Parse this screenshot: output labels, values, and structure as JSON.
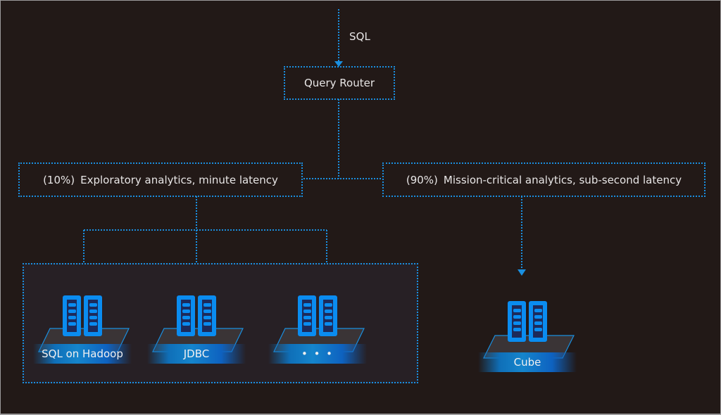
{
  "diagram": {
    "input_label": "SQL",
    "router": {
      "label": "Query Router"
    },
    "branches": [
      {
        "share": "(10%)",
        "label": "Exploratory analytics, minute latency",
        "targets": [
          "SQL on Hadoop",
          "JDBC",
          "• • •"
        ]
      },
      {
        "share": "(90%)",
        "label": "Mission-critical analytics, sub-second latency",
        "targets": [
          "Cube"
        ]
      }
    ],
    "colors": {
      "background": "#221917",
      "accent": "#1a8fe0",
      "server": "#0a8cf0",
      "text": "#e8e6e6"
    }
  }
}
